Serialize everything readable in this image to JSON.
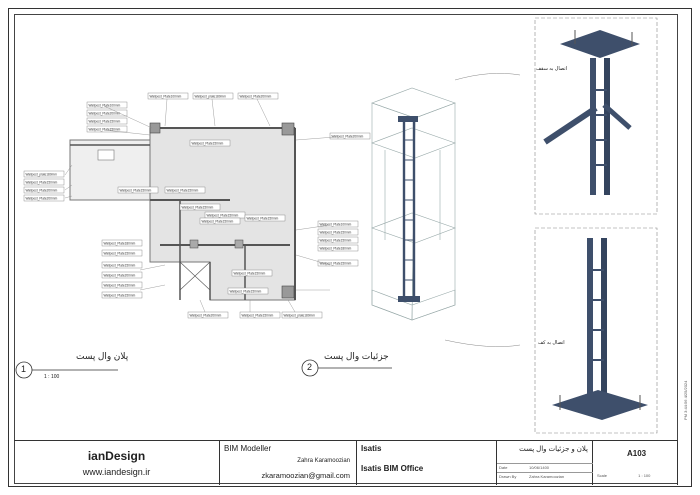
{
  "titleblock": {
    "brand": "ianDesign",
    "website": "www.iandesign.ir",
    "role": "BIM Modeller",
    "person": "Zahra Karamoozian",
    "email": "zkaramoozian@gmail.com",
    "project1": "Isatis",
    "project2": "Isatis BIM Office",
    "sheet_title": "پلان و جزئیات وال پست",
    "sheet_number": "A103",
    "date_label": "Date",
    "date_value": "10/06/1400",
    "drawn_label": "Drawn By",
    "drawn_value": "Zahra Karamoozian",
    "scale_label": "Scale",
    "scale_value": "1 : 100"
  },
  "views": [
    {
      "number": "1",
      "title": "پلان وال پست",
      "scale": "1 : 100"
    },
    {
      "number": "2",
      "title": "جزئیات وال پست"
    }
  ],
  "callouts": {
    "top": "اتصال به سقف",
    "bottom": "اتصال به کف"
  },
  "plan_tags": [
    "Wallpost_Plate100mm",
    "Wallpost_plate180mm",
    "Wallpost_Plate200mm",
    "Wallpost_Plate100mm",
    "Wallpost_Plate200mm",
    "Wallpost_Plate150mm",
    "Wallpost_Plate150mm",
    "Wallpost_Plate200mm",
    "Wallpost_Plate150mm",
    "Wallpost_plate180mm",
    "Wallpost_Plate150mm",
    "Wallpost_Plate200mm",
    "Wallpost_Plate200mm",
    "Wallpost_Plate150mm",
    "Wallpost_Plate150mm",
    "Wallpost_Plate150mm",
    "Wallpost_Plate150mm",
    "Wallpost_Plate150mm",
    "Wallpost_Plate150mm",
    "Wallpost_Plate100mm",
    "Wallpost_Plate150mm",
    "Wallpost_Plate150mm",
    "Wallpost_Plate180mm",
    "Wallpost_Plate150mm",
    "Wallpost_Plate180mm",
    "Wallpost_Plate150mm",
    "Wallpost_Plate150mm",
    "Wallpost_Plate200mm",
    "Wallpost_Plate150mm",
    "Wallpost_Plate150mm",
    "Wallpost_Plate150mm",
    "Wallpost_Plate150mm",
    "Wallpost_Plate200mm",
    "Wallpost_Plate150mm",
    "Wallpost_plate180mm"
  ],
  "side_text": "PM 3:44:56 4/25/2024"
}
